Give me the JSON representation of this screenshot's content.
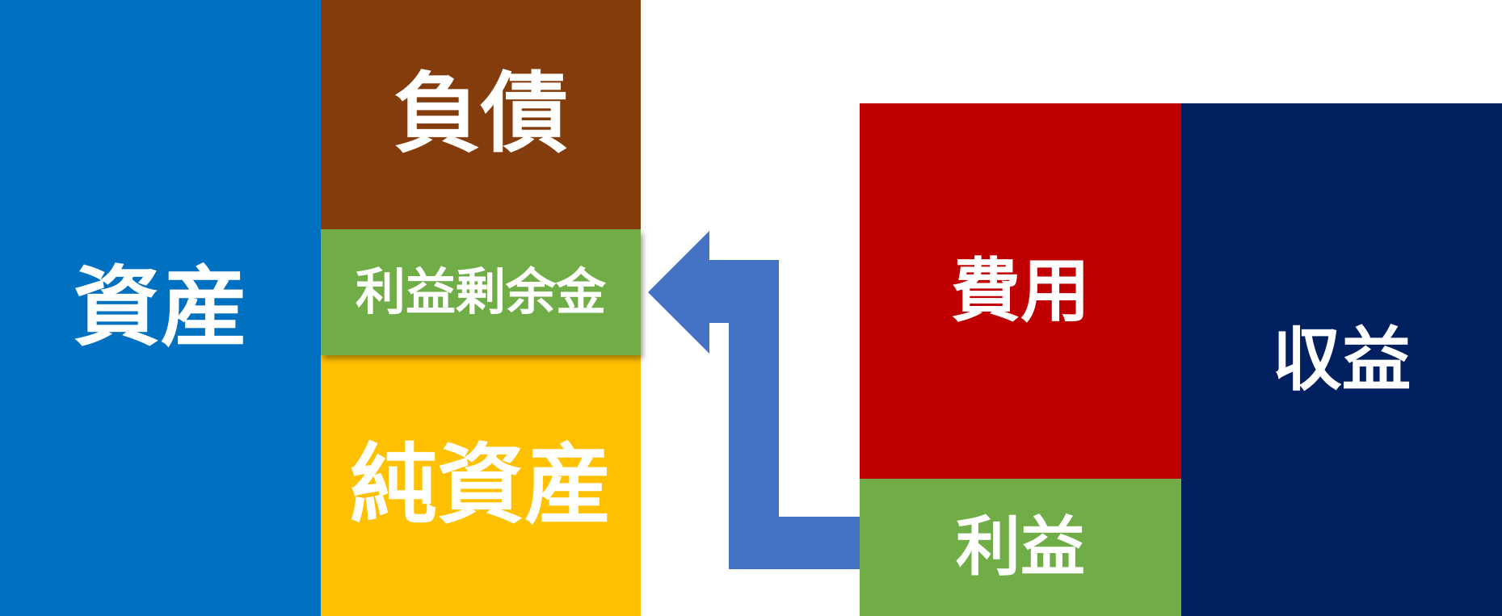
{
  "balance_sheet": {
    "assets": {
      "label": "資産",
      "color": "#0070C0"
    },
    "liabilities": {
      "label": "負債",
      "color": "#843C0C"
    },
    "retained_earnings": {
      "label": "利益剰余金",
      "color": "#70AD47"
    },
    "net_assets": {
      "label": "純資産",
      "color": "#FFC000"
    }
  },
  "income_statement": {
    "expenses": {
      "label": "費用",
      "color": "#C00000"
    },
    "profit": {
      "label": "利益",
      "color": "#70AD47"
    },
    "revenue": {
      "label": "収益",
      "color": "#002060"
    }
  },
  "arrow": {
    "color": "#4472C4"
  }
}
